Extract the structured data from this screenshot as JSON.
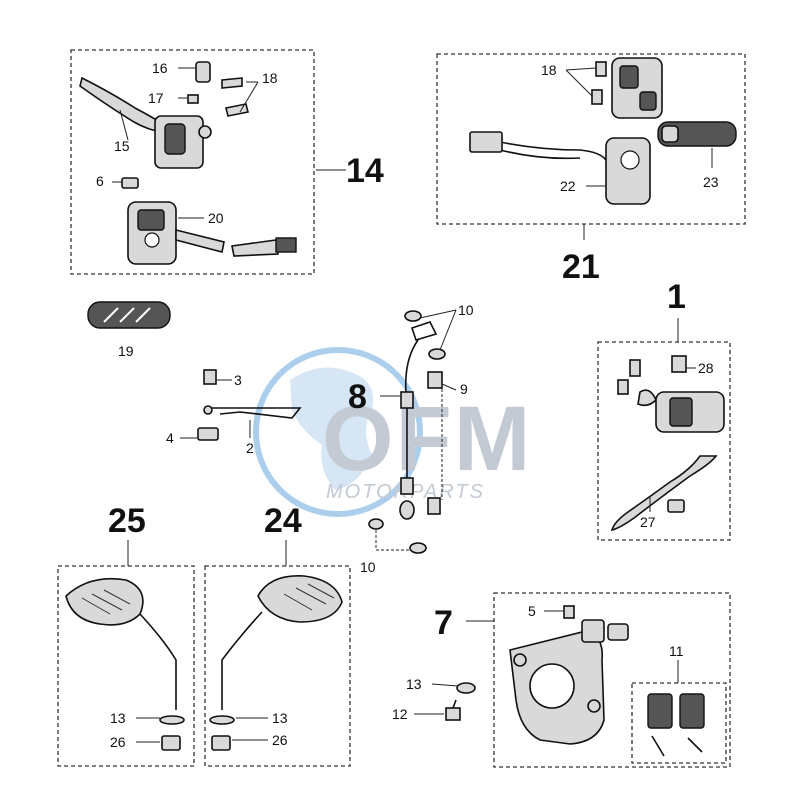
{
  "watermark": {
    "brand": "OFM",
    "tagline": "MOTORPARTS"
  },
  "groups": {
    "g14": "14",
    "g21": "21",
    "g1": "1",
    "g8": "8",
    "g7": "7",
    "g25": "25",
    "g24": "24"
  },
  "callouts": {
    "c16": "16",
    "c17": "17",
    "c18a": "18",
    "c15": "15",
    "c6": "6",
    "c20": "20",
    "c18b": "18",
    "c22": "22",
    "c23": "23",
    "c19": "19",
    "c3": "3",
    "c2": "2",
    "c4": "4",
    "c10a": "10",
    "c9": "9",
    "c10b": "10",
    "c28": "28",
    "c27": "27",
    "c5": "5",
    "c11": "11",
    "c13a": "13",
    "c12": "12",
    "c13b": "13",
    "c26a": "26",
    "c13c": "13",
    "c26b": "26"
  },
  "colors": {
    "watermark": "#b9c1cc",
    "globe": "#9ec6ea",
    "ink": "#111111"
  }
}
